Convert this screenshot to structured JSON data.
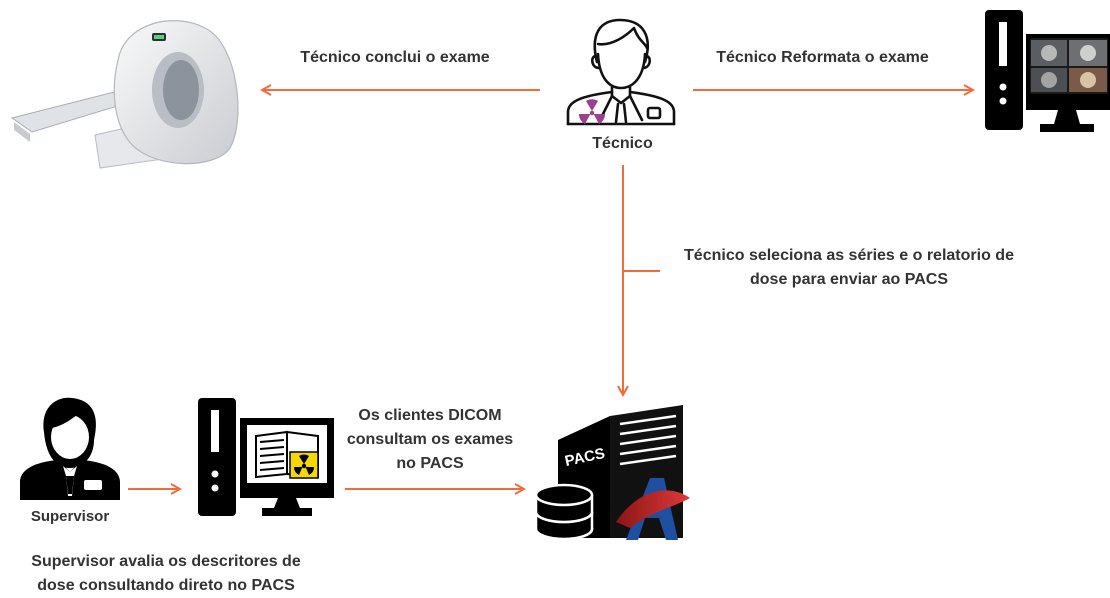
{
  "colors": {
    "arrow": "#F26B3A",
    "text": "#333333",
    "icon": "#111111",
    "radiation": "#9C3F8C",
    "pacs_red": "#D62A2A",
    "pacs_blue": "#1F4FA0",
    "hazard_yellow": "#F5D800"
  },
  "nodes": {
    "technician": {
      "label": "Técnico",
      "icon": "technician-icon"
    },
    "ct_scanner": {
      "icon": "ct-scanner-icon"
    },
    "workstation": {
      "icon": "reformat-workstation-icon"
    },
    "pacs": {
      "label": "PACS",
      "icon": "pacs-server-icon"
    },
    "supervisor": {
      "label": "Supervisor",
      "icon": "supervisor-icon"
    },
    "dicom_client": {
      "icon": "dicom-client-workstation-icon"
    }
  },
  "edges": {
    "conclude": {
      "label": "Técnico conclui o exame"
    },
    "reformat": {
      "label": "Técnico Reformata o exame"
    },
    "send": {
      "line1": "Técnico seleciona as séries e o relatorio de",
      "line2": "dose para enviar ao PACS"
    },
    "query": {
      "line1": "Os clientes DICOM",
      "line2": "consultam os exames",
      "line3": "no PACS"
    }
  },
  "caption": {
    "line1": "Supervisor avalia os descritores de",
    "line2": "dose consultando direto no PACS"
  }
}
